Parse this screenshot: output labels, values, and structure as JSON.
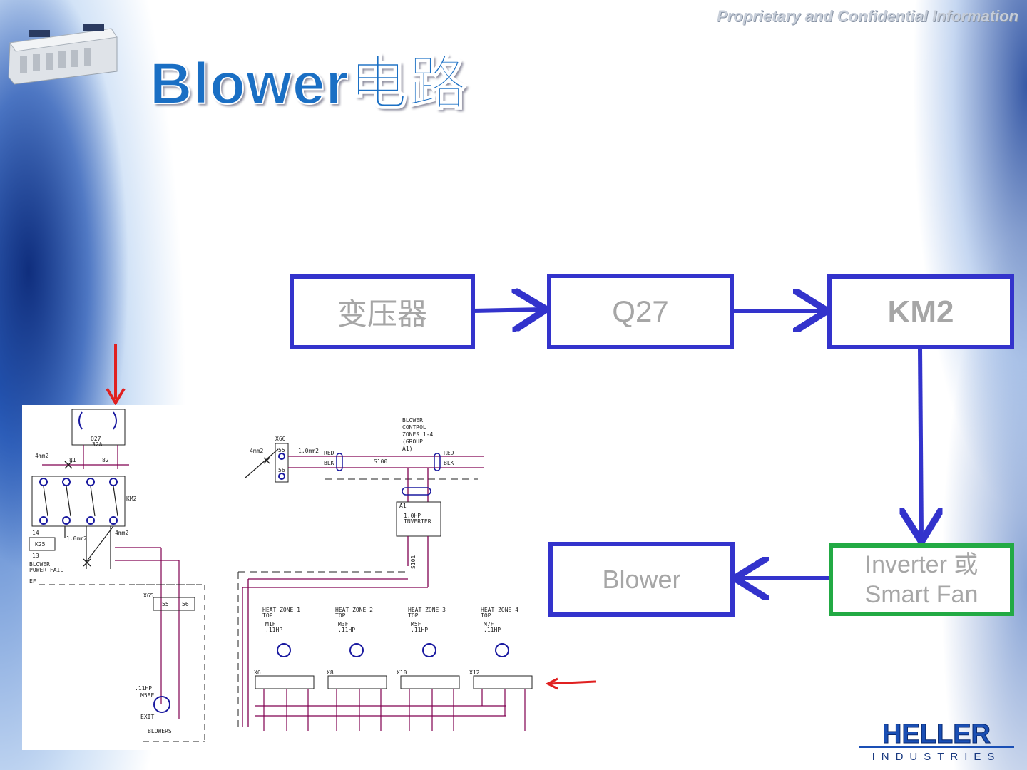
{
  "header": {
    "confidential": "Proprietary and Confidential Information",
    "title": "Blower电路"
  },
  "flow": {
    "nodes": [
      {
        "id": "transformer",
        "label": "变压器"
      },
      {
        "id": "q27",
        "label": "Q27"
      },
      {
        "id": "km2",
        "label": "KM2"
      },
      {
        "id": "inverter",
        "label_line1": "Inverter 或",
        "label_line2": "Smart Fan"
      },
      {
        "id": "blower",
        "label": "Blower"
      }
    ],
    "edges": [
      {
        "from": "transformer",
        "to": "q27"
      },
      {
        "from": "q27",
        "to": "km2"
      },
      {
        "from": "km2",
        "to": "inverter"
      },
      {
        "from": "inverter",
        "to": "blower"
      }
    ],
    "colors": {
      "box_border": "#3333cc",
      "inverter_border": "#22aa44",
      "arrow": "#3333cc",
      "callout_arrow": "#e02020"
    }
  },
  "schematic_left": {
    "q27": "Q27",
    "q27_rating": "32A",
    "km2": "KM2",
    "k25": "K25",
    "blower_power_fail_1": "BLOWER",
    "blower_power_fail_2": "POWER FAIL",
    "wire_4mm": "4mm2",
    "wire_1mm": "1.0mm2",
    "n81": "81",
    "n82": "82",
    "n14": "14",
    "n13": "13",
    "ef": "EF",
    "x65": "X65",
    "t55": "55",
    "t56": "56",
    "motor_hp": ".11HP",
    "motor_id": "M58E",
    "exit": "EXIT",
    "blowers": "BLOWERS"
  },
  "schematic_right": {
    "x66": "X66",
    "t55": "55",
    "t56": "56",
    "wire_4mm": "4mm2",
    "wire_1mm": "1.0mm2",
    "ctrl_1": "BLOWER",
    "ctrl_2": "CONTROL",
    "ctrl_3": "ZONES 1-4",
    "ctrl_4": "(GROUP",
    "ctrl_5": "A1)",
    "s100": "S100",
    "s101": "S101",
    "red": "RED",
    "blk": "BLK",
    "inverter_1": "1.0HP",
    "inverter_2": "INVERTER",
    "a1": "A1",
    "zones": [
      {
        "zone": "HEAT ZONE 1",
        "top": "TOP",
        "motor": "M1F",
        "hp": ".11HP",
        "x": "X6"
      },
      {
        "zone": "HEAT ZONE 2",
        "top": "TOP",
        "motor": "M3F",
        "hp": ".11HP",
        "x": "X8"
      },
      {
        "zone": "HEAT ZONE 3",
        "top": "TOP",
        "motor": "M5F",
        "hp": ".11HP",
        "x": "X10"
      },
      {
        "zone": "HEAT ZONE 4",
        "top": "TOP",
        "motor": "M7F",
        "hp": ".11HP",
        "x": "X12"
      }
    ]
  },
  "logo": {
    "brand": "HELLER",
    "sub": "INDUSTRIES"
  }
}
